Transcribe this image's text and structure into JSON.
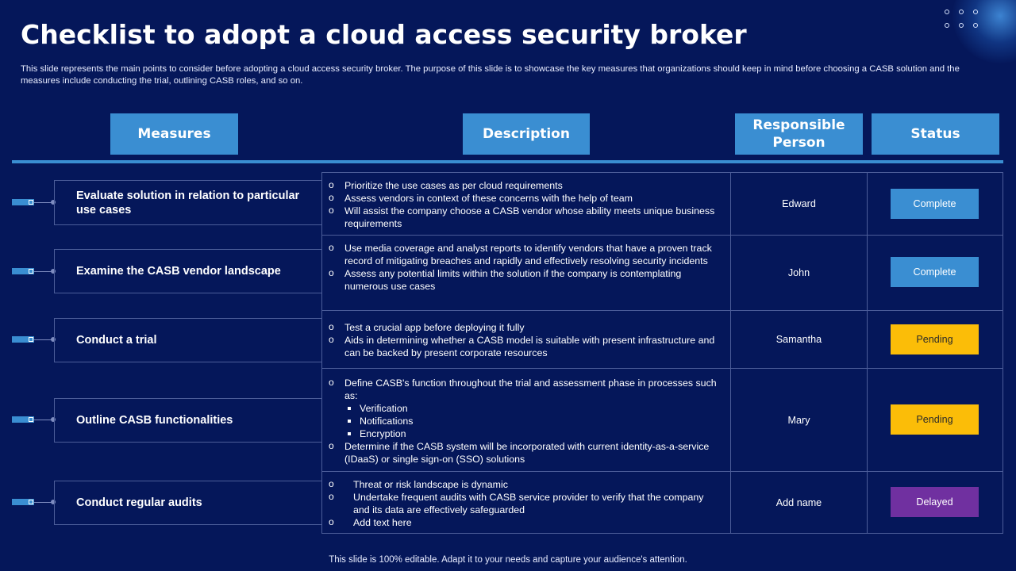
{
  "title": "Checklist to adopt a cloud access security broker",
  "subtitle": "This slide represents the main points to consider before adopting a cloud access security broker. The purpose of this slide is to showcase the key measures that organizations should keep in mind before choosing a CASB solution and the measures include conducting the trial, outlining CASB roles, and so on.",
  "headers": {
    "measures": "Measures",
    "description": "Description",
    "responsible": "Responsible Person",
    "status": "Status"
  },
  "rows": [
    {
      "measure": "Evaluate solution in relation to particular use cases",
      "description": [
        "Prioritize the use cases as per cloud requirements",
        "Assess vendors in context of these concerns with the help of team",
        "Will assist the company choose a CASB vendor whose ability meets unique business requirements"
      ],
      "person": "Edward",
      "status": "Complete"
    },
    {
      "measure": "Examine the CASB vendor landscape",
      "description": [
        "Use media coverage and analyst reports to identify vendors that have a proven track record of mitigating breaches and rapidly and effectively resolving security incidents",
        "Assess any potential limits within the solution if the company is contemplating numerous use cases"
      ],
      "person": "John",
      "status": "Complete"
    },
    {
      "measure": "Conduct a trial",
      "description": [
        "Test a crucial app before deploying it fully",
        "Aids in determining whether a CASB model is suitable with present infrastructure and can be backed by present corporate resources"
      ],
      "person": "Samantha",
      "status": "Pending"
    },
    {
      "measure": "Outline CASB functionalities",
      "description": [
        "Define CASB's function throughout the trial and assessment phase in processes such as:",
        "Verification",
        "Notifications",
        "Encryption",
        "Determine if the CASB system will be incorporated with current identity-as-a-service (IDaaS) or single sign-on (SSO) solutions"
      ],
      "person": "Mary",
      "status": "Pending"
    },
    {
      "measure": "Conduct regular audits",
      "description": [
        "Threat or risk landscape is dynamic",
        "Undertake frequent audits with CASB service provider to verify that the company and its data are effectively safeguarded",
        "Add text here"
      ],
      "person": "Add name",
      "status": "Delayed"
    }
  ],
  "status_colors": {
    "Complete": "#3a8ed2",
    "Pending": "#fbbd08",
    "Delayed": "#7030a0"
  },
  "footer": "This slide is 100% editable. Adapt it to your needs and capture your audience's attention."
}
